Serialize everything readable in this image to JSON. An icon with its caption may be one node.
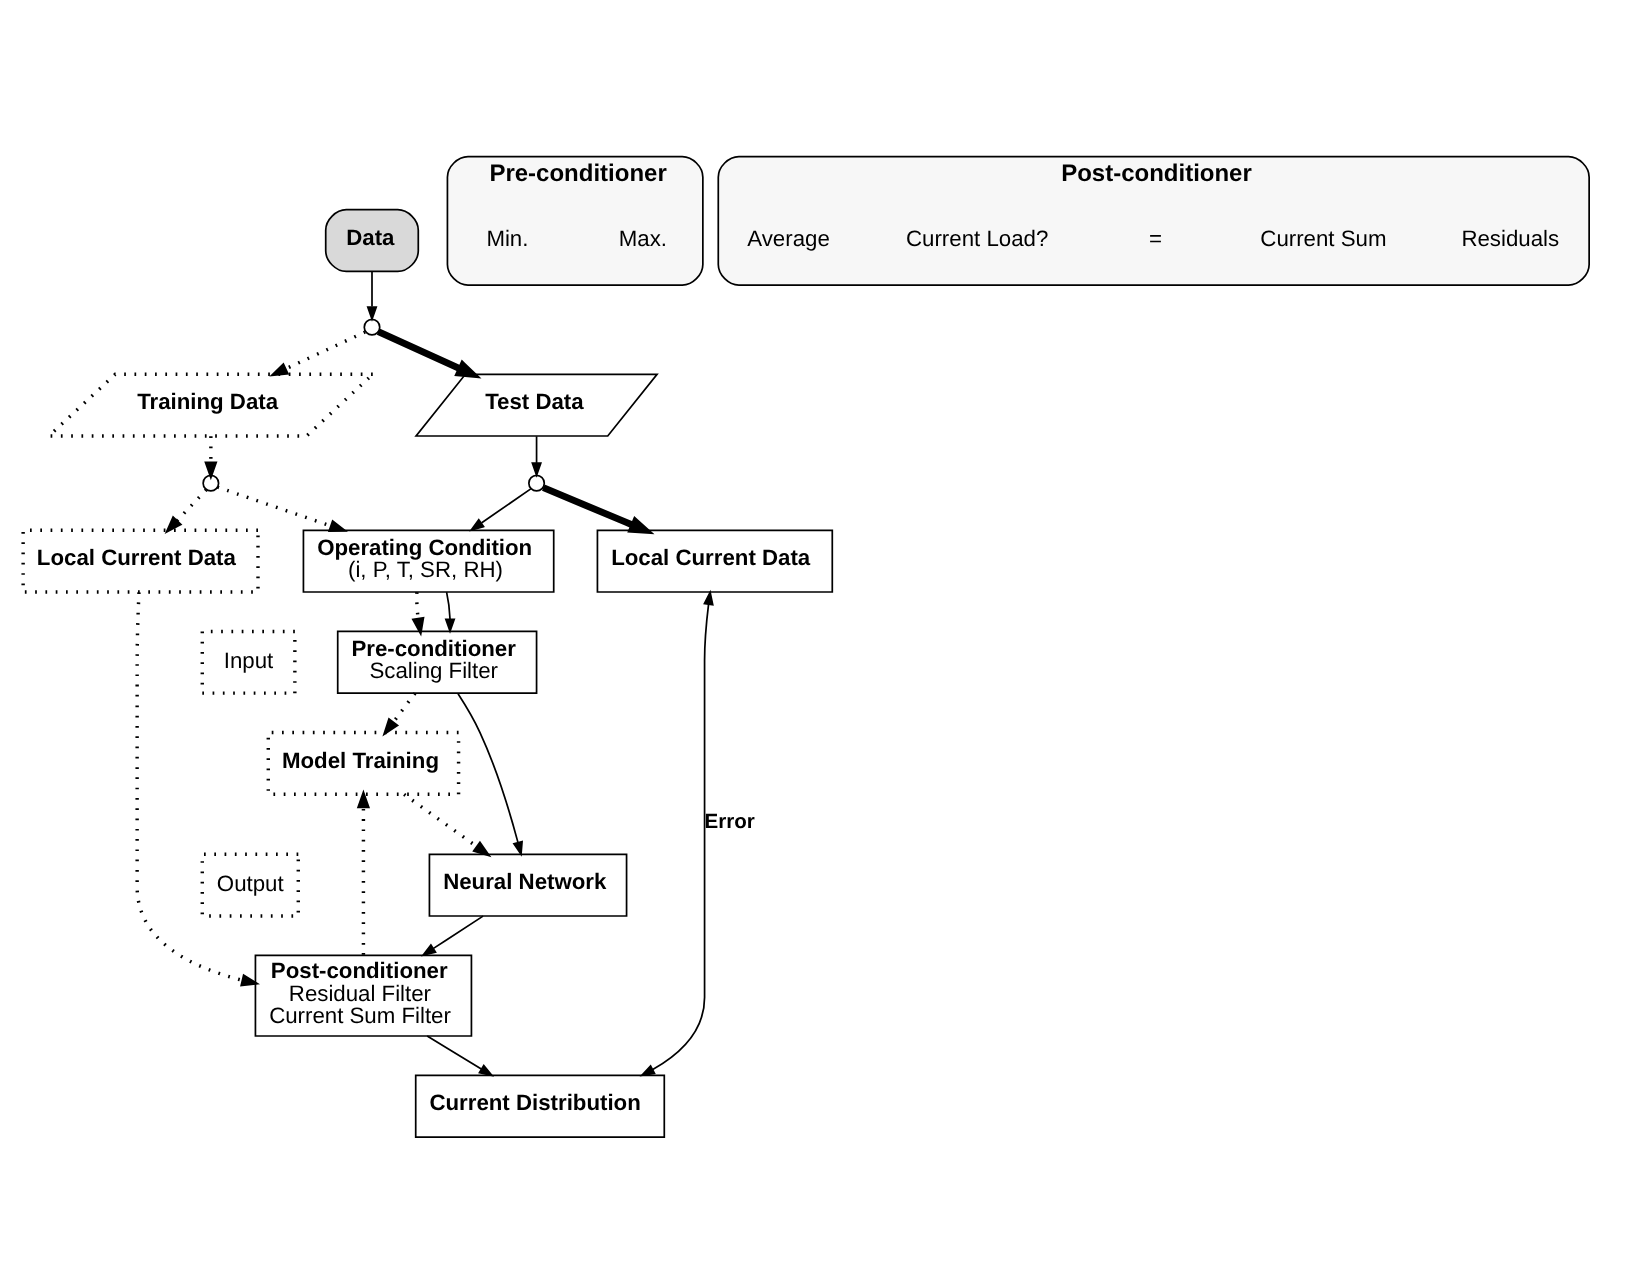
{
  "diagram": {
    "nodes": [
      {
        "text": [
          "Data"
        ]
      },
      {
        "text": [],
        "shape": "circle"
      },
      {
        "text": [
          "Training Data"
        ]
      },
      {
        "text": [
          "Test Data"
        ]
      },
      {
        "text": [],
        "shape": "circle"
      },
      {
        "text": [],
        "shape": "circle"
      },
      {
        "text": [
          "Operating Condition",
          "(i, P, T, SR, RH)"
        ]
      },
      {
        "text": [
          "Pre-conditioner",
          "Scaling Filter"
        ]
      },
      {
        "text": [
          "Input"
        ]
      },
      {
        "text": [
          "Model Training"
        ]
      },
      {
        "text": [
          "Neural Network"
        ]
      },
      {
        "text": [
          "Output"
        ]
      },
      {
        "text": [
          "Post-conditioner",
          "Residual Filter",
          "Current Sum Filter"
        ]
      },
      {
        "text": [
          "Local Current Data"
        ]
      },
      {
        "text": [
          "Current Distribution"
        ]
      },
      {
        "text": [
          "Local Current Data"
        ]
      },
      {
        "text": [
          "Pre-conditioner"
        ]
      },
      {
        "text": [
          "Post-conditioner"
        ]
      }
    ],
    "edges": [
      {
        "from": 0,
        "to": 1,
        "arrow": "to"
      },
      {
        "from": 1,
        "to": 2,
        "arrow": "to",
        "style": "dashed"
      },
      {
        "from": 1,
        "to": 3,
        "arrow": "to",
        "style": "thick"
      },
      {
        "from": 2,
        "to": 4,
        "arrow": "to",
        "style": "dashed"
      },
      {
        "from": 3,
        "to": 5,
        "arrow": "to"
      },
      {
        "from": 4,
        "to": 6,
        "arrow": "to",
        "style": "dashed"
      },
      {
        "from": 5,
        "to": 6,
        "arrow": "to"
      },
      {
        "from": 4,
        "to": 13,
        "arrow": "to",
        "style": "dashed"
      },
      {
        "from": 5,
        "to": 15,
        "arrow": "to",
        "style": "thick"
      },
      {
        "from": 6,
        "to": 7,
        "arrow": "to",
        "style": "dashed"
      },
      {
        "from": 6,
        "to": 7,
        "arrow": "to"
      },
      {
        "from": 7,
        "to": 9,
        "arrow": "to",
        "style": "dashed"
      },
      {
        "from": 7,
        "to": 10,
        "arrow": "to"
      },
      {
        "from": 9,
        "to": 10,
        "arrow": "to",
        "style": "dashed"
      },
      {
        "from": 10,
        "to": 12,
        "arrow": "to"
      },
      {
        "from": 12,
        "to": 9,
        "arrow": "to",
        "style": "dashed"
      },
      {
        "from": 13,
        "to": 12,
        "arrow": "to",
        "style": "dashed"
      },
      {
        "from": 12,
        "to": 14,
        "arrow": "to"
      },
      {
        "from": 15,
        "to": 14,
        "label": "Error",
        "arrow": "both"
      }
    ],
    "labels": [
      "Max.",
      "Min.",
      "Residuals",
      "Current Sum",
      "=",
      "Current Load?",
      "Average"
    ]
  }
}
